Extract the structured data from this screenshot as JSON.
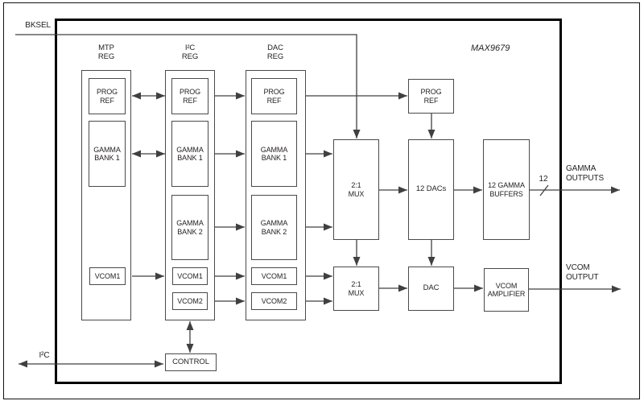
{
  "device_label": "MAX9679",
  "inputs": {
    "bksel": "BKSEL",
    "i2c": "I²C"
  },
  "register_columns": {
    "mtp": {
      "header": "MTP\nREG",
      "prog_ref": "PROG\nREF",
      "gamma_bank1": "GAMMA\nBANK 1",
      "vcom1": "VCOM1"
    },
    "i2c": {
      "header": "I²C\nREG",
      "prog_ref": "PROG\nREF",
      "gamma_bank1": "GAMMA\nBANK 1",
      "gamma_bank2": "GAMMA\nBANK 2",
      "vcom1": "VCOM1",
      "vcom2": "VCOM2"
    },
    "dac": {
      "header": "DAC\nREG",
      "prog_ref": "PROG\nREF",
      "gamma_bank1": "GAMMA\nBANK 1",
      "gamma_bank2": "GAMMA\nBANK 2",
      "vcom1": "VCOM1",
      "vcom2": "VCOM2"
    }
  },
  "function_blocks": {
    "prog_ref_top": "PROG\nREF",
    "gamma_mux": "2:1\nMUX",
    "gamma_dacs": "12 DACs",
    "gamma_buffers": "12 GAMMA\nBUFFERS",
    "vcom_mux": "2:1\nMUX",
    "vcom_dac": "DAC",
    "vcom_amplifier": "VCOM\nAMPLIFIER",
    "control": "CONTROL"
  },
  "outputs": {
    "gamma_label": "GAMMA\nOUTPUTS",
    "gamma_bus_width": "12",
    "vcom_label": "VCOM\nOUTPUT"
  },
  "colors": {
    "line": "#404040",
    "text": "#231f20",
    "chip_border": "#000000"
  }
}
